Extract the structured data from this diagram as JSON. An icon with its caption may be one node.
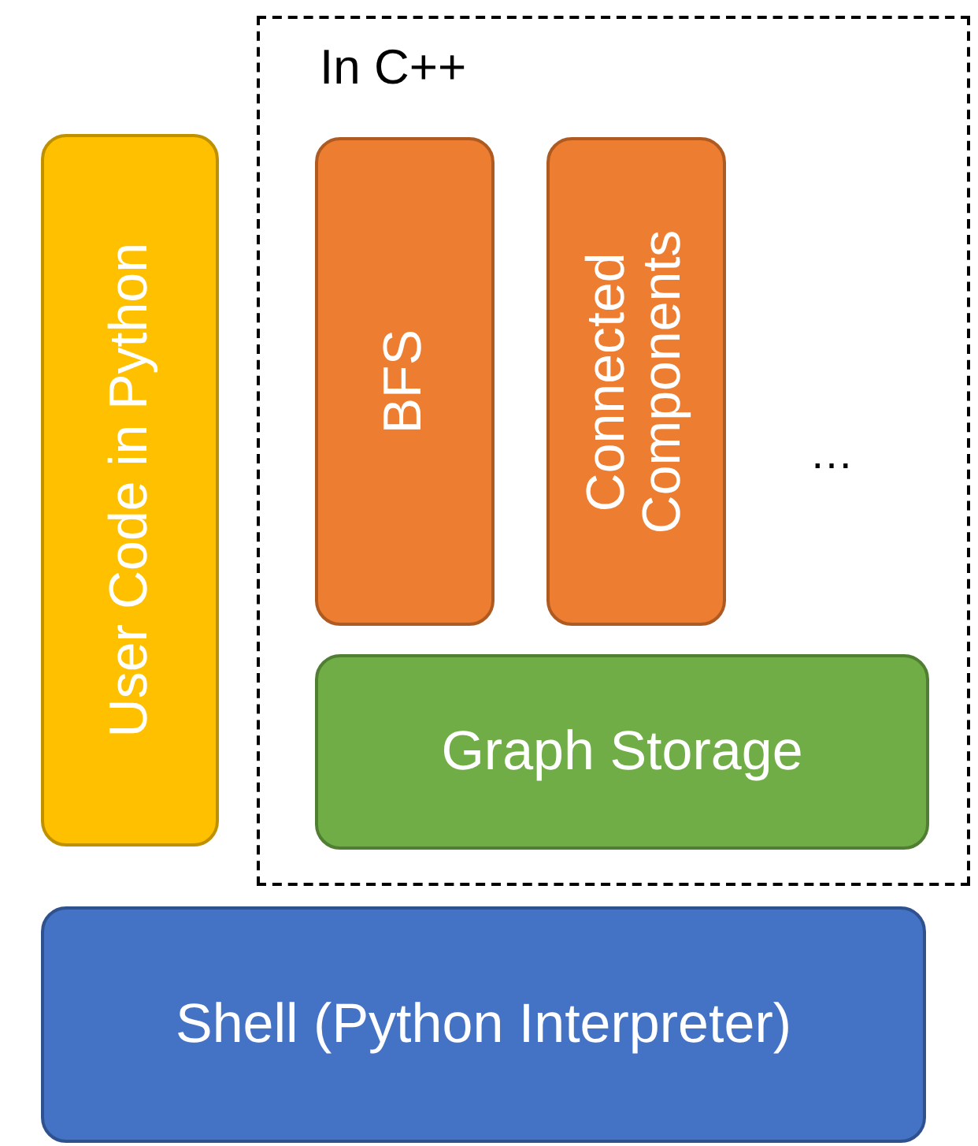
{
  "diagram": {
    "nodes": [
      {
        "text": [
          "In C++"
        ]
      },
      {
        "text": [
          "User Code in Python"
        ]
      },
      {
        "text": [
          "BFS"
        ],
        "in": 0
      },
      {
        "text": [
          "Connected Components"
        ],
        "in": 0
      },
      {
        "text": [
          "Graph Storage"
        ],
        "in": 0
      },
      {
        "text": [
          "Shell (Python Interpreter)"
        ]
      }
    ],
    "labels": [
      "…"
    ]
  }
}
